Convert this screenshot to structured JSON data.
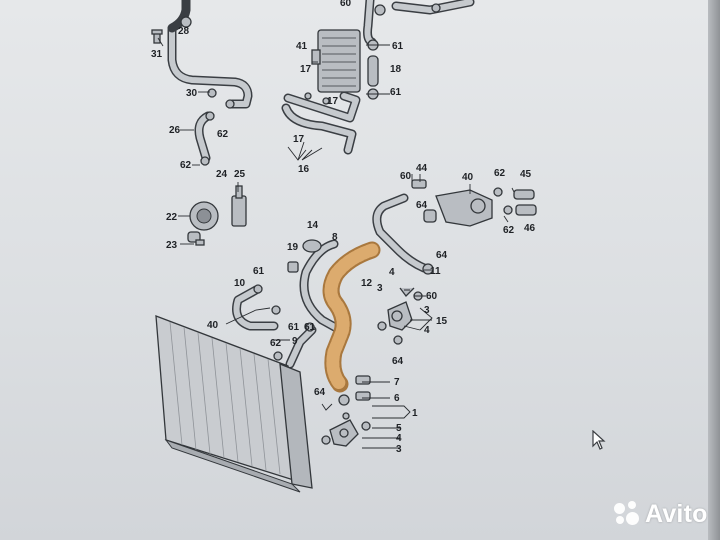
{
  "part_labels": {
    "p28": "28",
    "p60a": "60",
    "p31": "31",
    "p30": "30",
    "p41": "41",
    "p61a": "61",
    "p17a": "17",
    "p18": "18",
    "p61b": "61",
    "p17b": "17",
    "p26": "26",
    "p62a": "62",
    "p17c": "17",
    "p16": "16",
    "p62b": "62",
    "p24": "24",
    "p25": "25",
    "p22": "22",
    "p23": "23",
    "p60b": "60",
    "p44": "44",
    "p40a": "40",
    "p62c": "62",
    "p45": "45",
    "p64a": "64",
    "p62d": "62",
    "p46": "46",
    "p14": "14",
    "p8": "8",
    "p19": "19",
    "p64b": "64",
    "p11": "11",
    "p61c": "61",
    "p10": "10",
    "p12": "12",
    "p4a": "4",
    "p3a": "3",
    "p60c": "60",
    "p61d": "61",
    "p15": "15",
    "p3b": "3",
    "p4b": "4",
    "p40b": "40",
    "p61e": "61",
    "p9": "9",
    "p62e": "62",
    "p64c": "64",
    "p7": "7",
    "p64d": "64",
    "p6": "6",
    "p1": "1",
    "p5": "5",
    "p4c": "4",
    "p3c": "3"
  },
  "watermark": {
    "brand": "Avito"
  },
  "icons": {
    "cursor": "mouse-pointer-icon",
    "logo": "avito-logo-icon"
  },
  "colors": {
    "highlighted_hose": "#d9a86a",
    "part_fill": "#b9bdc2",
    "line": "#33373b"
  }
}
